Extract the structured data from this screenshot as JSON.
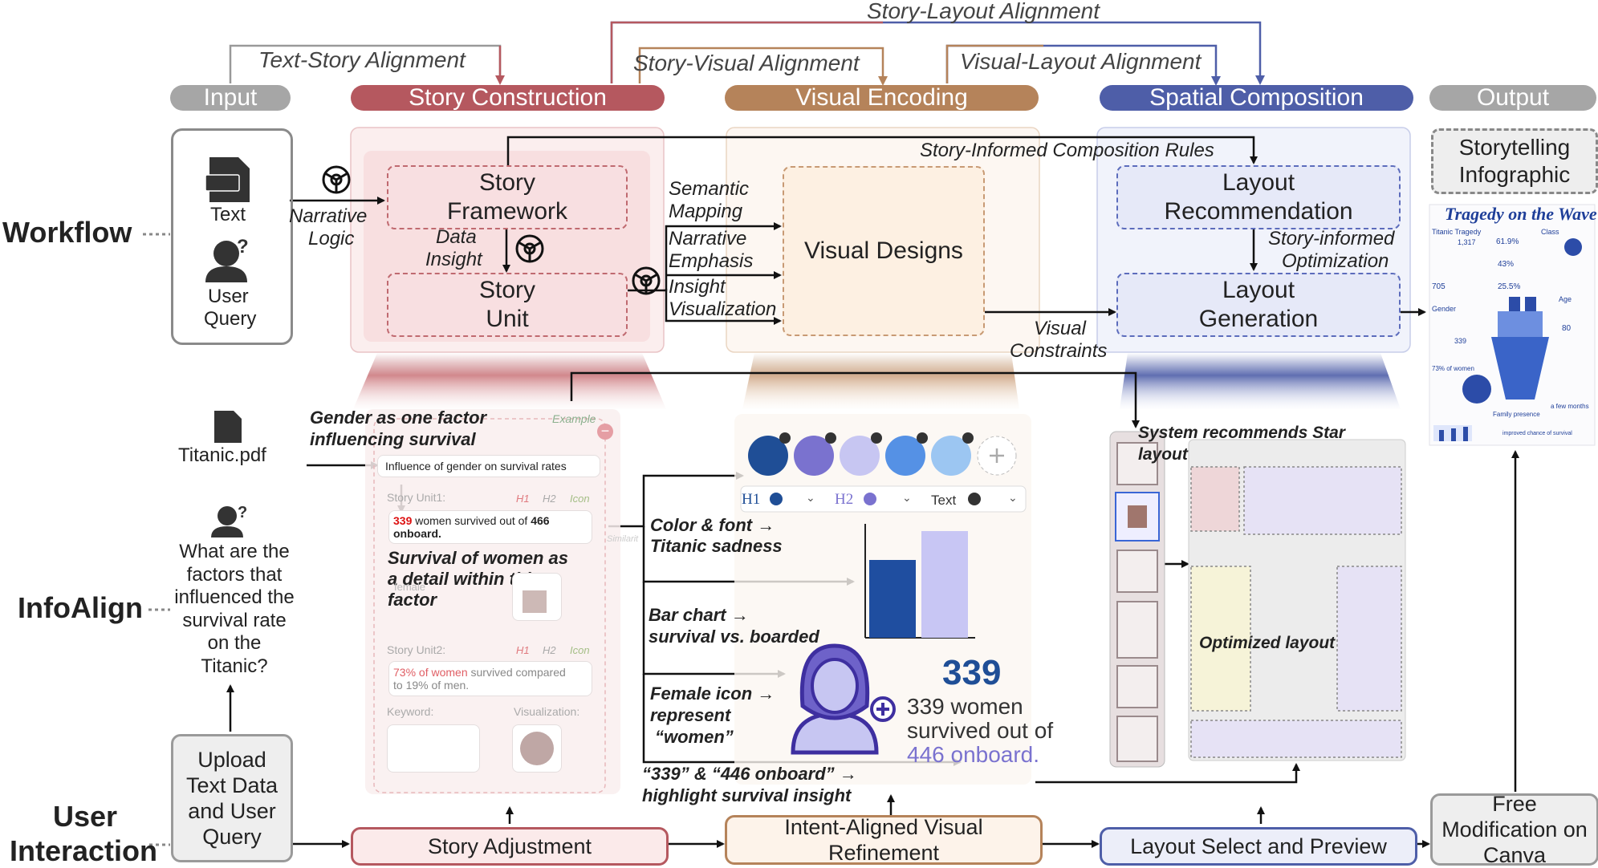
{
  "alignments": {
    "text_story": "Text-Story Alignment",
    "story_visual": "Story-Visual Alignment",
    "story_layout": "Story-Layout Alignment",
    "visual_layout": "Visual-Layout Alignment"
  },
  "stages": {
    "input": "Input",
    "story_construction": "Story Construction",
    "visual_encoding": "Visual Encoding",
    "spatial_composition": "Spatial Composition",
    "output": "Output"
  },
  "rows": {
    "workflow": "Workflow",
    "infoalign": "InfoAlign",
    "user_interaction_1": "User",
    "user_interaction_2": "Interaction"
  },
  "workflow": {
    "input_text": "Text",
    "input_user_1": "User",
    "input_user_2": "Query",
    "narrative_logic_1": "Narrative",
    "narrative_logic_2": "Logic",
    "story_framework_1": "Story",
    "story_framework_2": "Framework",
    "data_insight_1": "Data",
    "data_insight_2": "Insight",
    "story_unit_1": "Story",
    "story_unit_2": "Unit",
    "semantic_mapping_1": "Semantic",
    "semantic_mapping_2": "Mapping",
    "narrative_emphasis_1": "Narrative",
    "narrative_emphasis_2": "Emphasis",
    "insight_viz_1": "Insight",
    "insight_viz_2": "Visualization",
    "visual_designs": "Visual Designs",
    "story_informed_rules": "Story-Informed Composition Rules",
    "layout_recommendation_1": "Layout",
    "layout_recommendation_2": "Recommendation",
    "story_informed_opt_1": "Story-informed",
    "story_informed_opt_2": "Optimization",
    "layout_generation_1": "Layout",
    "layout_generation_2": "Generation",
    "visual_constraints_1": "Visual",
    "visual_constraints_2": "Constraints",
    "output_1": "Storytelling",
    "output_2": "Infographic"
  },
  "infographic": {
    "title": "Tragedy on the Wave",
    "subtitle": "Titanic Tragedy",
    "class": "Class",
    "gender": "Gender",
    "age": "Age",
    "family": "Family presence",
    "n1317": "1,317",
    "n705": "705",
    "p619": "61.9%",
    "p43": "43%",
    "p255": "25.5%",
    "n339": "339",
    "p73": "73% of women",
    "n80": "80",
    "few_months": "a few months",
    "improved": "improved chance of survival"
  },
  "infoalign": {
    "file": "Titanic.pdf",
    "query_lines": [
      "What are the",
      "factors that",
      "influenced the",
      "survival rate",
      "on the",
      "Titanic?"
    ],
    "gender_factor_1": "Gender as one factor",
    "gender_factor_2": "influencing survival",
    "example": "Example",
    "influence_text": "Influence of gender on survival rates",
    "story_unit1": "Story Unit1:",
    "story_unit2": "Story Unit2:",
    "h1": "H1",
    "h2": "H2",
    "icon": "Icon",
    "unit1_num": "339",
    "unit1_text": " women survived out of ",
    "unit1_num2": "466",
    "unit1_text2": "onboard.",
    "survival_1": "Survival of women as",
    "survival_2": "a detail within this",
    "survival_3": "factor",
    "female": "female",
    "unit2_red": "73% of women",
    "unit2_text": " survived compared",
    "unit2_text2": "to 19% of men.",
    "keyword": "Keyword:",
    "visualization": "Visualization:",
    "similarity": "Similarit",
    "color_font_1": "Color & font →",
    "color_font_2": "Titanic sadness",
    "bar_chart_1": "Bar chart →",
    "bar_chart_2": "survival vs. boarded",
    "female_icon_1": "Female icon →",
    "female_icon_2": "represent",
    "female_icon_3": "“women”",
    "highlight_1": "“339” & “446 onboard” →",
    "highlight_2": "highlight survival insight",
    "font_h1": "H1",
    "font_h2": "H2",
    "font_text": "Text",
    "big_num": "339",
    "big_text_1": "339 women",
    "big_text_2": "survived out of",
    "big_text_3": "446 onboard.",
    "star_layout_1": "System recommends Star",
    "star_layout_2": "layout",
    "optimized": "Optimized layout"
  },
  "interaction": {
    "upload_1": "Upload",
    "upload_2": "Text Data",
    "upload_3": "and User",
    "upload_4": "Query",
    "story_adjustment": "Story Adjustment",
    "intent_1": "Intent-Aligned Visual",
    "intent_2": "Refinement",
    "layout_select": "Layout Select and Preview",
    "free_1": "Free",
    "free_2": "Modification on",
    "free_3": "Canva"
  },
  "colors": {
    "gray_header": "#a6a6a6",
    "story_red": "#b5585f",
    "visual_brown": "#b5835a",
    "spatial_blue": "#4e5ea8",
    "palette": [
      "#1f4e96",
      "#7a72cf",
      "#c7c6f2",
      "#5591e5",
      "#9cc6f2"
    ]
  }
}
